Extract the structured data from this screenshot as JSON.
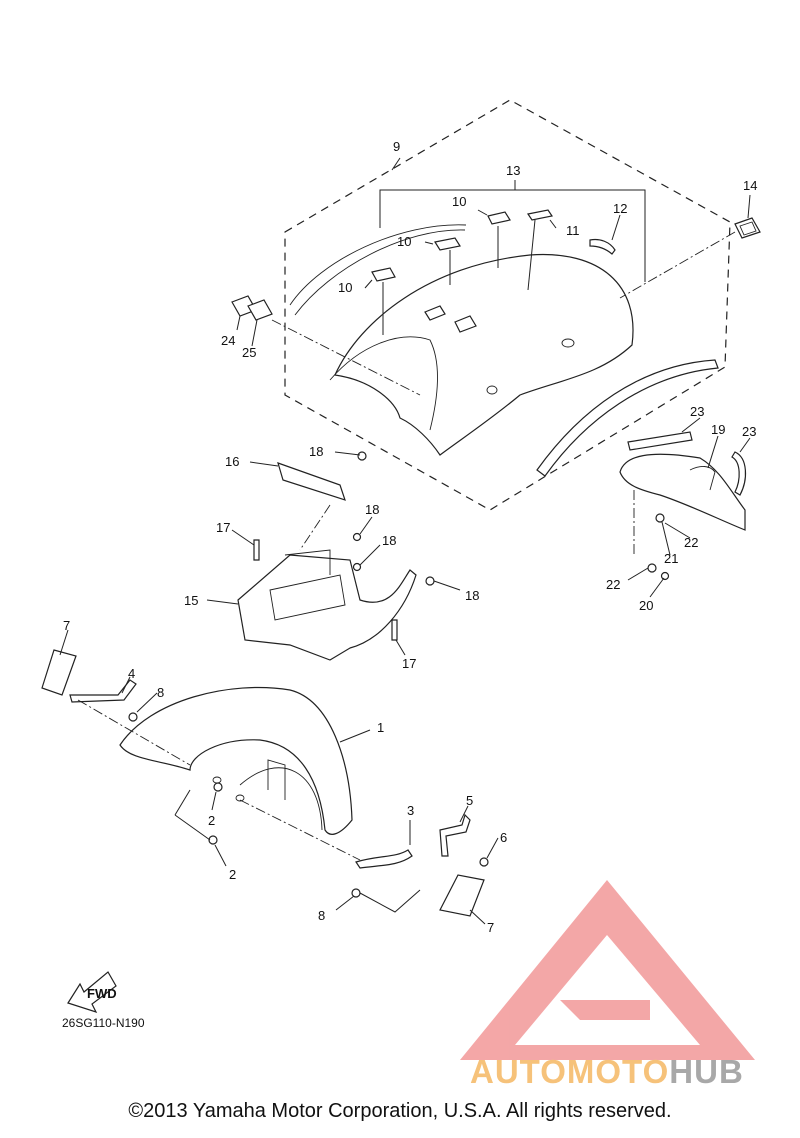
{
  "diagram": {
    "code": "26SG110-N190",
    "fwd_label": "FWD",
    "copyright": "©2013 Yamaha Motor Corporation, U.S.A. All rights reserved.",
    "watermark": {
      "part1": "AUTOMOTO",
      "part2": "HUB"
    },
    "callouts": {
      "c1": "1",
      "c2a": "2",
      "c2b": "2",
      "c3": "3",
      "c4": "4",
      "c5": "5",
      "c6": "6",
      "c7a": "7",
      "c7b": "7",
      "c8a": "8",
      "c8b": "8",
      "c9": "9",
      "c10a": "10",
      "c10b": "10",
      "c10c": "10",
      "c11": "11",
      "c12": "12",
      "c13": "13",
      "c14": "14",
      "c15": "15",
      "c16": "16",
      "c17a": "17",
      "c17b": "17",
      "c18a": "18",
      "c18b": "18",
      "c18c": "18",
      "c18d": "18",
      "c19": "19",
      "c20": "20",
      "c21": "21",
      "c22a": "22",
      "c22b": "22",
      "c23a": "23",
      "c23b": "23",
      "c24": "24",
      "c25": "25"
    },
    "colors": {
      "line": "#222222",
      "watermark_red": "#f08a8a",
      "watermark_orange": "#f6c27a",
      "watermark_gray": "#a8a8a8"
    }
  }
}
